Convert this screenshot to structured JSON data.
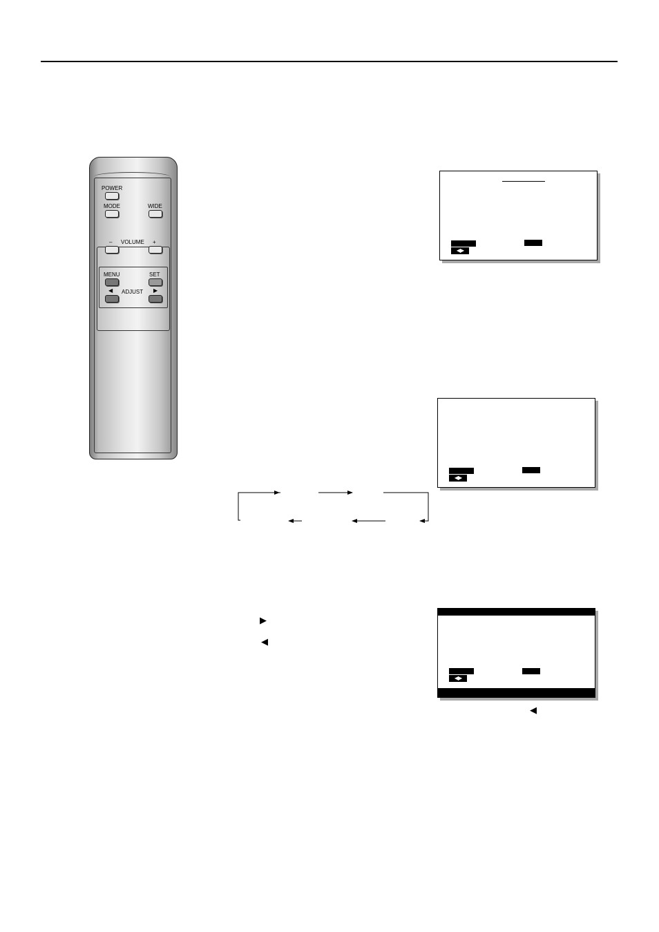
{
  "remote": {
    "power_label": "POWER",
    "mode_label": "MODE",
    "wide_label": "WIDE",
    "volume_label": "VOLUME",
    "volume_minus": "–",
    "volume_plus": "+",
    "menu_label": "MENU",
    "set_label": "SET",
    "adjust_label": "ADJUST",
    "left_arrow": "◀",
    "right_arrow": "▶"
  },
  "osd": {
    "arrows": "◀▶"
  },
  "steps": {
    "right_arrow": "▶",
    "left_arrow": "◀",
    "note_arrow": "◀"
  }
}
